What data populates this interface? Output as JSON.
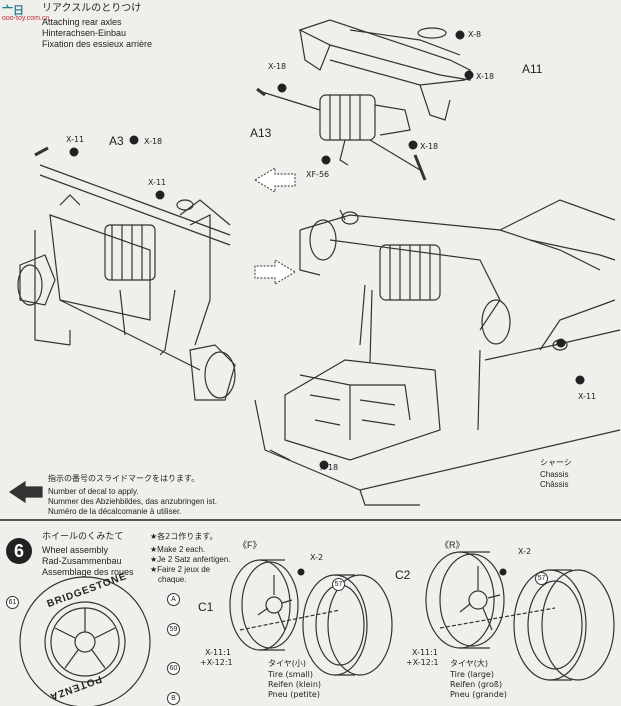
{
  "watermark": {
    "line1": "亠日",
    "line2": "ooo-toy.com.cn"
  },
  "step5": {
    "jp": "リアクスルのとりつけ",
    "en": "Attaching rear axles",
    "de": "Hinterachsen-Einbau",
    "fr": "Fixation des essieux arrière"
  },
  "labels": {
    "x8": "X-8",
    "x18_a": "X-18",
    "x18_b": "X-18",
    "x18_c": "X-18",
    "x18_d": "X-18",
    "x18_e": "X-18",
    "x11_a": "X-11",
    "x11_b": "X-11",
    "x11_c": "X-11",
    "xf56": "XF-56",
    "a11": "A11",
    "a13": "A13",
    "a3": "A3"
  },
  "decal_note": {
    "jp": "指示の番号のスライドマークをはります。",
    "en": "Number of decal to apply.",
    "de": "Nummer des Abziehbildes, das anzubringen ist.",
    "fr": "Numéro de la décalcomanie à utiliser."
  },
  "chassis": {
    "jp": "シャーシ",
    "en": "Chassis",
    "fr": "Châssis"
  },
  "step6": {
    "number": "6",
    "jp": "ホイールのくみたて",
    "en": "Wheel assembly",
    "de": "Rad-Zusammenbau",
    "fr": "Assemblage des roues",
    "make_jp": "★各2コ作ります。",
    "make_en": "★Make 2 each.",
    "make_de": "★Je 2 Satz anfertigen.",
    "make_fr1": "★Faire 2 jeux de",
    "make_fr2": "chaque."
  },
  "tire": {
    "brand": "BRIDGESTONE",
    "model": "POTENZA",
    "decal_61": "61",
    "decal_57": "57",
    "decal_59": "59",
    "decal_60": "60",
    "mark_a": "A",
    "mark_b": "B"
  },
  "front": {
    "tag": "《F》",
    "x2": "X-2",
    "c1": "C1",
    "decal": "57",
    "x11_1": "X-11:1",
    "x12_1": "+X-12:1",
    "tire_jp": "タイヤ(小)",
    "tire_en": "Tire (small)",
    "tire_de": "Reifen (klein)",
    "tire_fr": "Pneu (petite)"
  },
  "rear": {
    "tag": "《R》",
    "x2": "X-2",
    "c2": "C2",
    "decal": "57",
    "x11_1": "X-11:1",
    "x12_1": "+X-12:1",
    "tire_jp": "タイヤ(大)",
    "tire_en": "Tire (large)",
    "tire_de": "Reifen (groß)",
    "tire_fr": "Pneu (grande)"
  }
}
